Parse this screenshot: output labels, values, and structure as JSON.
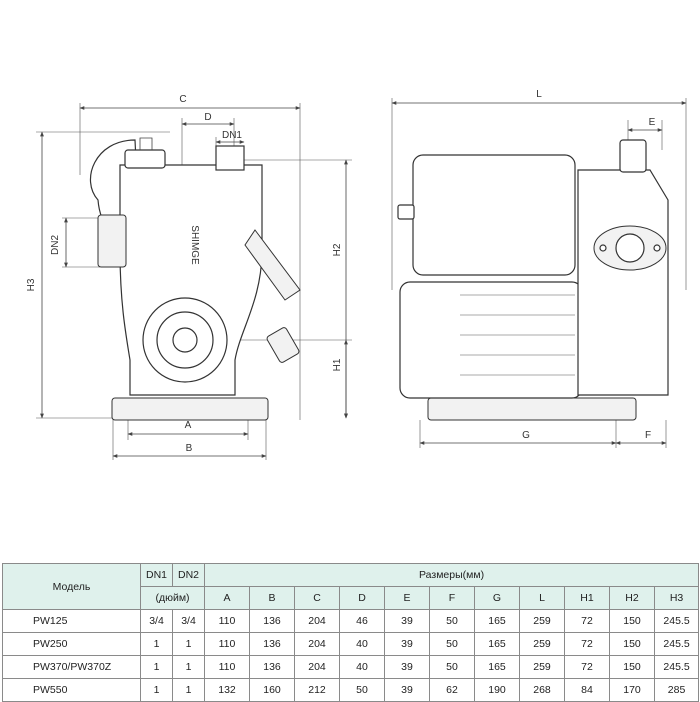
{
  "dimension_labels": {
    "left": {
      "C": "C",
      "D": "D",
      "DN1": "DN1",
      "DN2": "DN2",
      "H3": "H3",
      "H2": "H2",
      "H1": "H1",
      "A": "A",
      "B": "B"
    },
    "right": {
      "L": "L",
      "E": "E",
      "G": "G",
      "F": "F"
    }
  },
  "brand_text": "SHIMGE",
  "table": {
    "header": {
      "model": "Модель",
      "dn1": "DN1",
      "dn2": "DN2",
      "dn_unit": "(дюйм)",
      "dims": "Размеры(мм)",
      "cols": [
        "A",
        "B",
        "C",
        "D",
        "E",
        "F",
        "G",
        "L",
        "H1",
        "H2",
        "H3"
      ]
    },
    "rows": [
      {
        "model": "PW125",
        "dn1": "3/4",
        "dn2": "3/4",
        "vals": [
          "110",
          "136",
          "204",
          "46",
          "39",
          "50",
          "165",
          "259",
          "72",
          "150",
          "245.5"
        ]
      },
      {
        "model": "PW250",
        "dn1": "1",
        "dn2": "1",
        "vals": [
          "110",
          "136",
          "204",
          "40",
          "39",
          "50",
          "165",
          "259",
          "72",
          "150",
          "245.5"
        ]
      },
      {
        "model": "PW370/PW370Z",
        "dn1": "1",
        "dn2": "1",
        "vals": [
          "110",
          "136",
          "204",
          "40",
          "39",
          "50",
          "165",
          "259",
          "72",
          "150",
          "245.5"
        ]
      },
      {
        "model": "PW550",
        "dn1": "1",
        "dn2": "1",
        "vals": [
          "132",
          "160",
          "212",
          "50",
          "39",
          "62",
          "190",
          "268",
          "84",
          "170",
          "285"
        ]
      }
    ]
  }
}
